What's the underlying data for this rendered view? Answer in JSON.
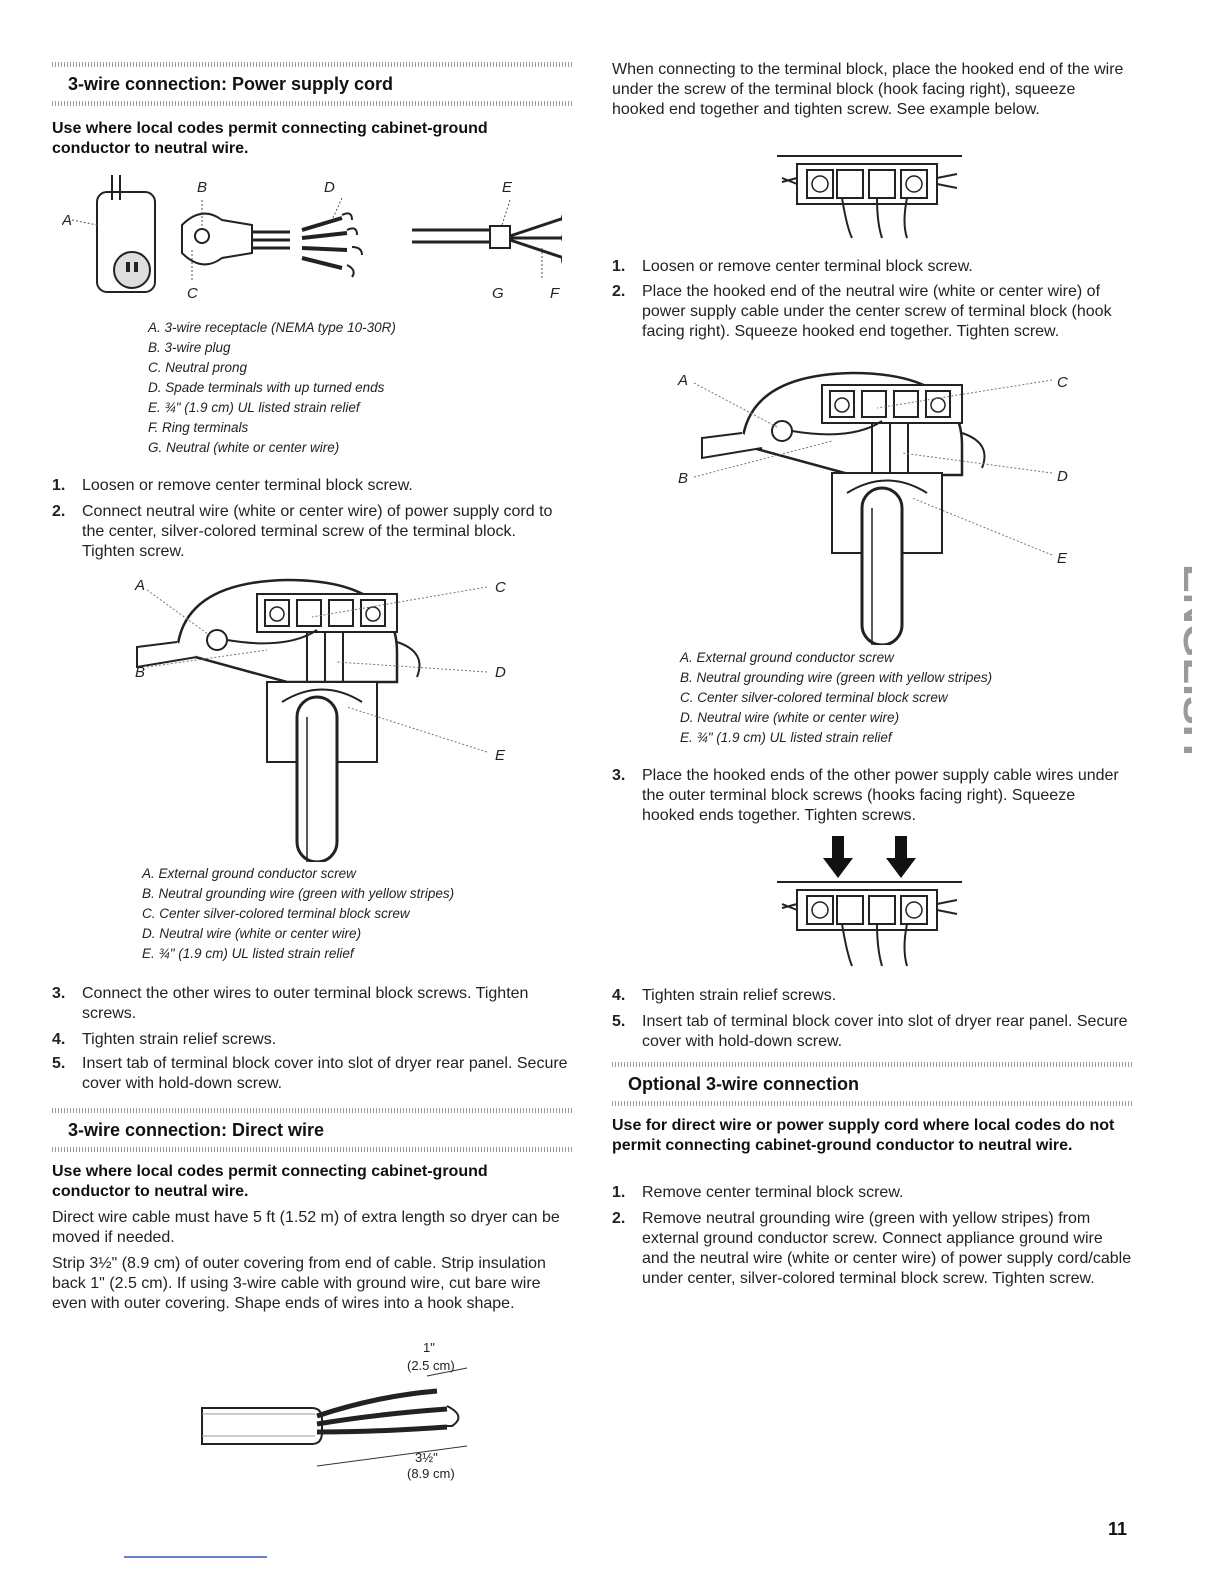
{
  "left": {
    "sec1": {
      "title": "3-wire connection: Power supply cord",
      "lead": "Use where local codes permit connecting cabinet-ground conductor to neutral wire.",
      "fig_labels": {
        "a": "A",
        "b": "B",
        "c": "C",
        "d": "D",
        "e": "E",
        "f": "F",
        "g": "G"
      },
      "legend": [
        "A. 3-wire receptacle (NEMA type 10-30R)",
        "B. 3-wire plug",
        "C. Neutral prong",
        "D. Spade terminals with up turned ends",
        "E. ¾\" (1.9 cm) UL listed strain relief",
        "F. Ring terminals",
        "G. Neutral (white or center wire)"
      ],
      "steps_a": [
        {
          "num": "1.",
          "text": "Loosen or remove center terminal block screw."
        },
        {
          "num": "2.",
          "text": "Connect neutral wire (white or center wire) of power supply cord to the center, silver-colored terminal screw of the terminal block. Tighten screw."
        }
      ],
      "fig2_labels": {
        "a": "A",
        "b": "B",
        "c": "C",
        "d": "D",
        "e": "E"
      },
      "legend2": [
        "A. External ground conductor screw",
        "B. Neutral grounding wire (green with yellow stripes)",
        "C. Center silver-colored terminal block screw",
        "D. Neutral wire (white or center wire)",
        "E. ¾\" (1.9 cm) UL listed strain relief"
      ],
      "steps_b": [
        {
          "num": "3.",
          "text": "Connect the other wires to outer terminal block screws. Tighten screws."
        },
        {
          "num": "4.",
          "text": "Tighten strain relief screws."
        },
        {
          "num": "5.",
          "text": "Insert tab of terminal block cover into slot of dryer rear panel. Secure cover with hold-down screw."
        }
      ]
    },
    "sec2": {
      "title": "3-wire connection: Direct wire",
      "lead": "Use where local codes permit connecting cabinet-ground conductor to neutral wire.",
      "para1": "Direct wire cable must have 5 ft (1.52 m) of extra length so dryer can be moved if needed.",
      "para2": "Strip 3½\" (8.9 cm) of outer covering from end of cable. Strip insulation back 1\" (2.5 cm). If using 3-wire cable with ground wire, cut bare wire even with outer covering. Shape ends of wires into a hook shape.",
      "fig_labels": {
        "one_inch": "1\"",
        "one_inch_cm": "(2.5 cm)",
        "three_half": "3½\"",
        "three_half_cm": "(8.9 cm)"
      }
    }
  },
  "right": {
    "intro": "When connecting to the terminal block, place the hooked end of the wire under the screw of the terminal block (hook facing right), squeeze hooked end together and tighten screw. See example below.",
    "steps_a": [
      {
        "num": "1.",
        "text": "Loosen or remove center terminal block screw."
      },
      {
        "num": "2.",
        "text": "Place the hooked end of the neutral wire (white or center wire) of power supply cable under the center screw of terminal block (hook facing right). Squeeze hooked end together. Tighten screw."
      }
    ],
    "fig_labels": {
      "a": "A",
      "b": "B",
      "c": "C",
      "d": "D",
      "e": "E"
    },
    "legend": [
      "A. External ground conductor screw",
      "B. Neutral grounding wire (green with yellow stripes)",
      "C. Center silver-colored terminal block screw",
      "D. Neutral wire (white or center wire)",
      "E. ¾\" (1.9 cm) UL listed strain relief"
    ],
    "step3": {
      "num": "3.",
      "text": "Place the hooked ends of the other power supply cable wires under the outer terminal block screws (hooks facing right). Squeeze hooked ends together. Tighten screws."
    },
    "steps_b": [
      {
        "num": "4.",
        "text": "Tighten strain relief screws."
      },
      {
        "num": "5.",
        "text": "Insert tab of terminal block cover into slot of dryer rear panel. Secure cover with hold-down screw."
      }
    ],
    "sec3": {
      "title": "Optional 3-wire connection",
      "lead": "Use for direct wire or power supply cord where local codes do not permit connecting cabinet-ground conductor to neutral wire.",
      "steps": [
        {
          "num": "1.",
          "text": "Remove center terminal block screw."
        },
        {
          "num": "2.",
          "text": "Remove neutral grounding wire (green with yellow stripes) from external ground conductor screw. Connect appliance ground wire and the neutral wire (white or center wire) of power supply cord/cable under center, silver-colored terminal block screw. Tighten screw."
        }
      ]
    }
  },
  "side_tab": "ENGLISH",
  "page_number": "11"
}
